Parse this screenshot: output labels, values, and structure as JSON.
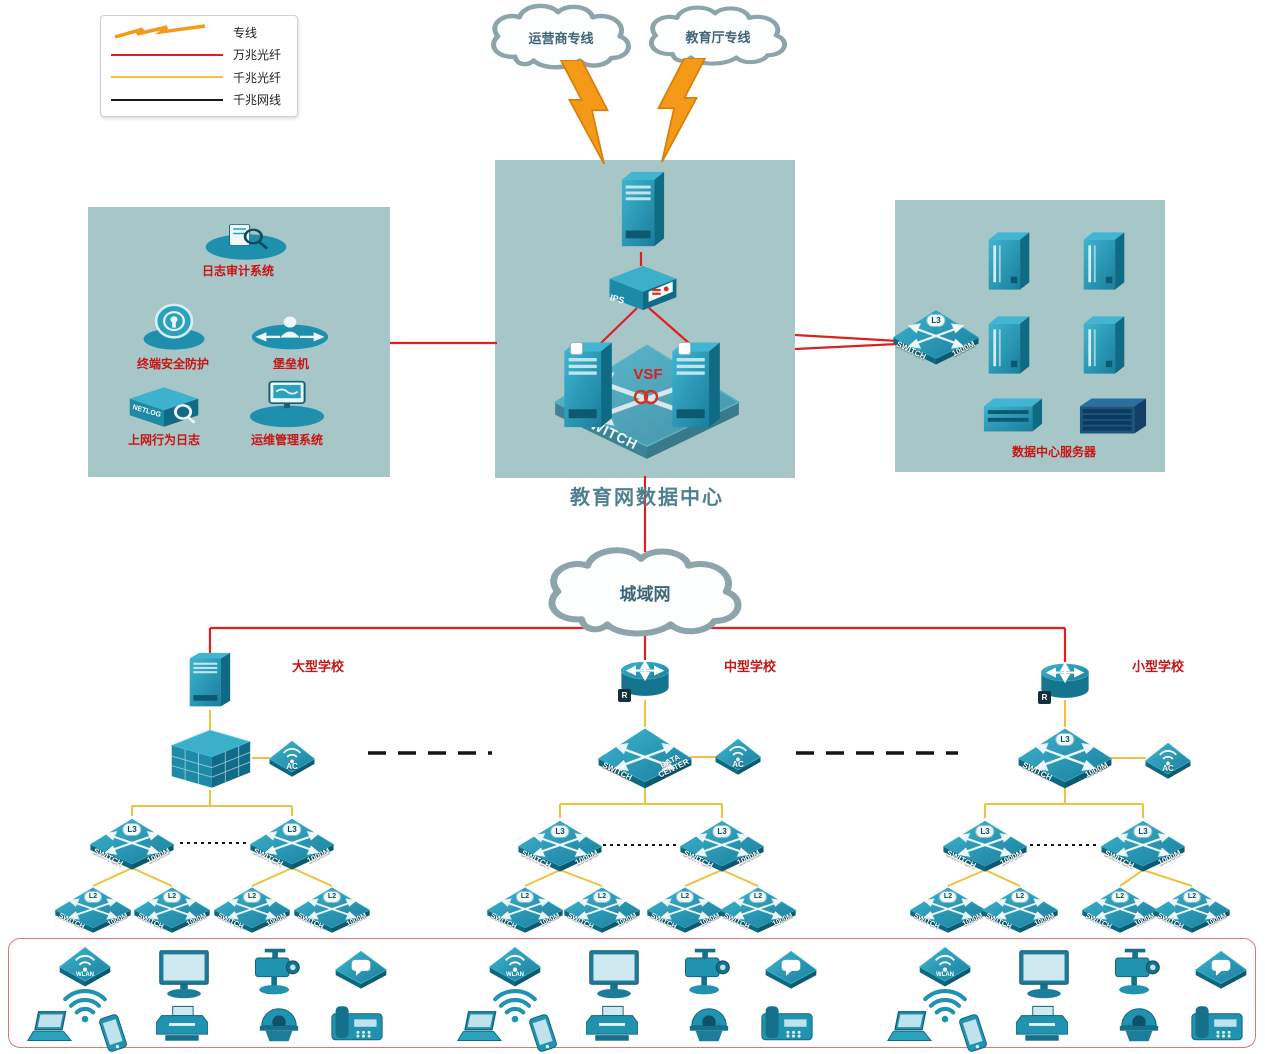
{
  "legend": {
    "items": [
      {
        "label": "专线"
      },
      {
        "label": "万兆光纤"
      },
      {
        "label": "千兆光纤"
      },
      {
        "label": "千兆网线"
      }
    ]
  },
  "clouds": {
    "carrier": "运营商专线",
    "education": "教育厅专线",
    "man": "城域网"
  },
  "data_center": {
    "title": "教育网数据中心",
    "ips": "IPS",
    "vsf": "VSF"
  },
  "security_zone": {
    "log_audit": "日志审计系统",
    "terminal_protect": "终端安全防护",
    "bastion": "堡垒机",
    "netlog": "NETLOG",
    "behavior_log": "上网行为日志",
    "ops_mgmt": "运维管理系统"
  },
  "server_zone": {
    "title": "数据中心服务器"
  },
  "schools": {
    "large": "大型学校",
    "medium": "中型学校",
    "small": "小型学校",
    "router_badge": "R",
    "medium_core_data": "DATA",
    "medium_core_center": "CENTER"
  },
  "labels": {
    "switch": "SWITCH",
    "m1000": "1000M",
    "l3": "L3",
    "l2": "L2",
    "ac": "AC",
    "wlan": "WLAN"
  },
  "colors": {
    "fiber_10g": "#e02020",
    "fiber_1g": "#f0c23c",
    "cat_1g": "#1a1a1a",
    "zone_bg": "#a7c6c7",
    "device_teal": "#2196b4",
    "label_red": "#c81414",
    "label_blue": "#50808f",
    "lightning_orange": "#f59a18"
  }
}
